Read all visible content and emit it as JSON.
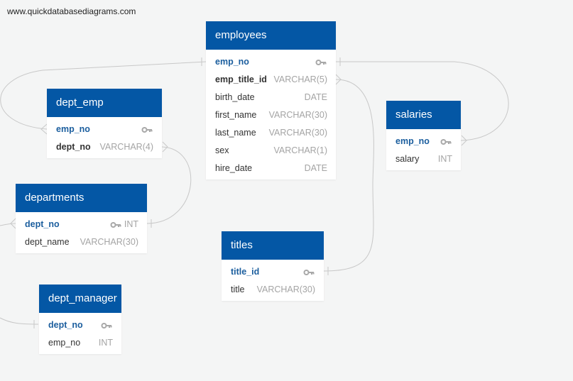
{
  "watermark": "www.quickdatabasediagrams.com",
  "colors": {
    "header": "#0457a5",
    "pk_name": "#1b5e9e",
    "type": "#a4a4a4",
    "link": "#c8c8c8"
  },
  "tables": {
    "employees": {
      "name": "employees",
      "fields": [
        {
          "name": "emp_no",
          "type": "",
          "key": "key-icon"
        },
        {
          "name": "emp_title_id",
          "type": "VARCHAR(5)"
        },
        {
          "name": "birth_date",
          "type": "DATE"
        },
        {
          "name": "first_name",
          "type": "VARCHAR(30)"
        },
        {
          "name": "last_name",
          "type": "VARCHAR(30)"
        },
        {
          "name": "sex",
          "type": "VARCHAR(1)"
        },
        {
          "name": "hire_date",
          "type": "DATE"
        }
      ]
    },
    "dept_emp": {
      "name": "dept_emp",
      "fields": [
        {
          "name": "emp_no",
          "type": "",
          "key": "key-icon"
        },
        {
          "name": "dept_no",
          "type": "VARCHAR(4)"
        }
      ]
    },
    "salaries": {
      "name": "salaries",
      "fields": [
        {
          "name": "emp_no",
          "type": "",
          "key": "key-icon"
        },
        {
          "name": "salary",
          "type": "INT"
        }
      ]
    },
    "departments": {
      "name": "departments",
      "fields": [
        {
          "name": "dept_no",
          "type": "INT",
          "key": "key-icon"
        },
        {
          "name": "dept_name",
          "type": "VARCHAR(30)"
        }
      ]
    },
    "titles": {
      "name": "titles",
      "fields": [
        {
          "name": "title_id",
          "type": "",
          "key": "key-icon"
        },
        {
          "name": "title",
          "type": "VARCHAR(30)"
        }
      ]
    },
    "dept_manager": {
      "name": "dept_manager",
      "fields": [
        {
          "name": "dept_no",
          "type": "",
          "key": "key-icon"
        },
        {
          "name": "emp_no",
          "type": "INT"
        }
      ]
    }
  }
}
